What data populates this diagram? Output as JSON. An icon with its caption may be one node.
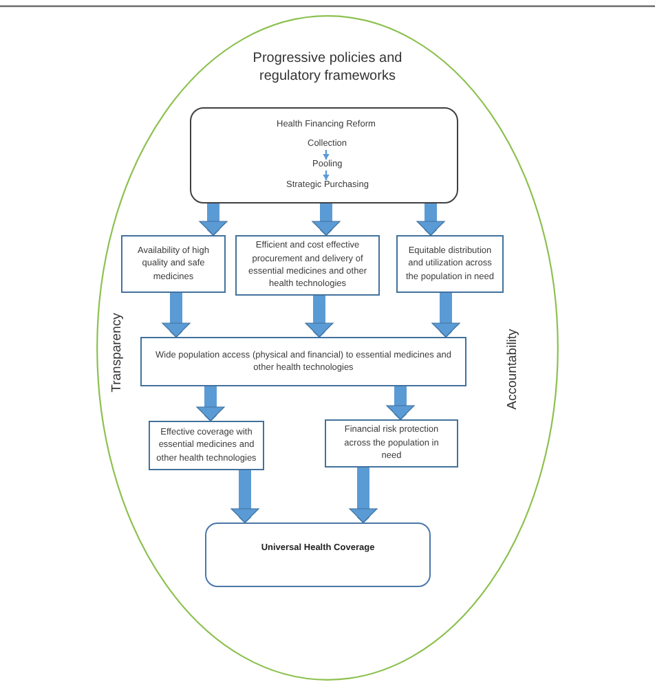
{
  "diagram": {
    "nodes": [
      {
        "text": [
          "Progressive policies and regulatory frameworks",
          "Transparency",
          "Accountability"
        ]
      },
      {
        "text": [
          "Health Financing Reform"
        ],
        "in": 0
      },
      {
        "text": [
          "Collection"
        ],
        "in": 1
      },
      {
        "text": [
          "Pooling"
        ],
        "in": 1
      },
      {
        "text": [
          "Strategic Purchasing"
        ],
        "in": 1
      },
      {
        "text": [
          "Availability of high quality and safe medicines"
        ],
        "in": 0
      },
      {
        "text": [
          "Efficient and cost effective procurement and delivery of essential medicines and other health technologies"
        ],
        "in": 0
      },
      {
        "text": [
          "Equitable distribution and utilization across the population in need"
        ],
        "in": 0
      },
      {
        "text": [
          "Wide population access (physical and financial) to essential medicines and other health technologies"
        ],
        "in": 0
      },
      {
        "text": [
          "Effective coverage with essential medicines and other health technologies"
        ],
        "in": 0
      },
      {
        "text": [
          "Financial risk protection across the population in need"
        ],
        "in": 0
      },
      {
        "text": [
          "Universal Health Coverage"
        ],
        "in": 0
      }
    ],
    "edges": [
      {
        "from": 2,
        "to": 3,
        "arrow": "to"
      },
      {
        "from": 3,
        "to": 4,
        "arrow": "to"
      },
      {
        "from": 1,
        "to": 5,
        "arrow": "to"
      },
      {
        "from": 1,
        "to": 6,
        "arrow": "to"
      },
      {
        "from": 1,
        "to": 7,
        "arrow": "to"
      },
      {
        "from": 5,
        "to": 8,
        "arrow": "to"
      },
      {
        "from": 6,
        "to": 8,
        "arrow": "to"
      },
      {
        "from": 7,
        "to": 8,
        "arrow": "to"
      },
      {
        "from": 8,
        "to": 9,
        "arrow": "to"
      },
      {
        "from": 8,
        "to": 10,
        "arrow": "to"
      },
      {
        "from": 9,
        "to": 11,
        "arrow": "to"
      },
      {
        "from": 10,
        "to": 11,
        "arrow": "to"
      }
    ]
  }
}
